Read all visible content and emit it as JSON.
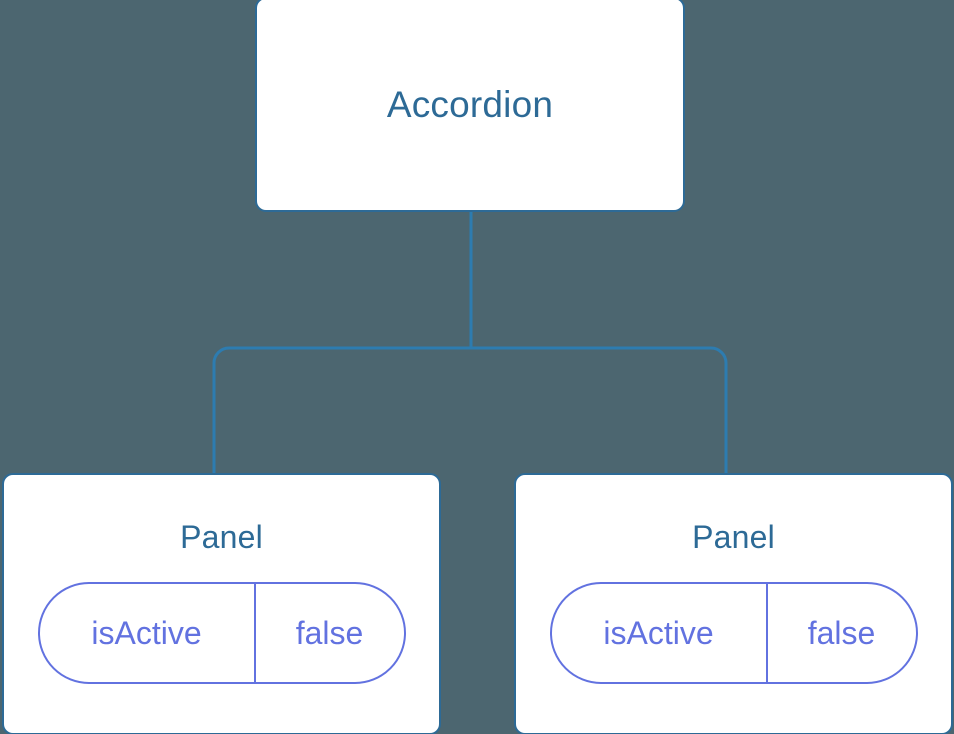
{
  "diagram": {
    "type": "component-tree",
    "background_color": "#4c6670",
    "node_border_color": "#2d6a96",
    "node_title_color": "#2d6a96",
    "prop_color": "#6272e0",
    "connector_color": "#2d7cb0",
    "root": {
      "title": "Accordion"
    },
    "children": [
      {
        "title": "Panel",
        "prop": {
          "key": "isActive",
          "value": "false"
        }
      },
      {
        "title": "Panel",
        "prop": {
          "key": "isActive",
          "value": "false"
        }
      }
    ]
  }
}
